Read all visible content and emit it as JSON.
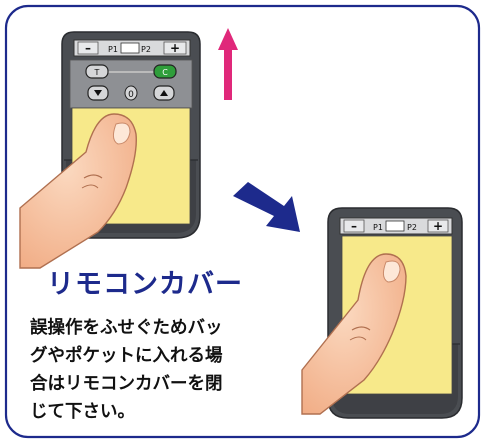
{
  "title": "リモコンカバー",
  "description_lines": [
    "誤操作をふせぐためバッ",
    "グやポケットに入れる場",
    "合はリモコンカバーを閉",
    "じて下さい。"
  ],
  "remote_open": {
    "minus": "–",
    "p1": "P1",
    "p2": "P2",
    "plus": "+",
    "btn_t": "T",
    "btn_c": "C",
    "btn_zero": "0"
  },
  "remote_closed": {
    "minus": "–",
    "p1": "P1",
    "p2": "P2",
    "plus": "+"
  },
  "colors": {
    "frame": "#1d2a8c",
    "title": "#1d2a8c",
    "arrow_up": "#e0287a",
    "arrow_diag": "#1d2a8c",
    "cover": "#f7e98a",
    "remote_body": "#4a4d52",
    "green_button": "#2f9e3b"
  }
}
